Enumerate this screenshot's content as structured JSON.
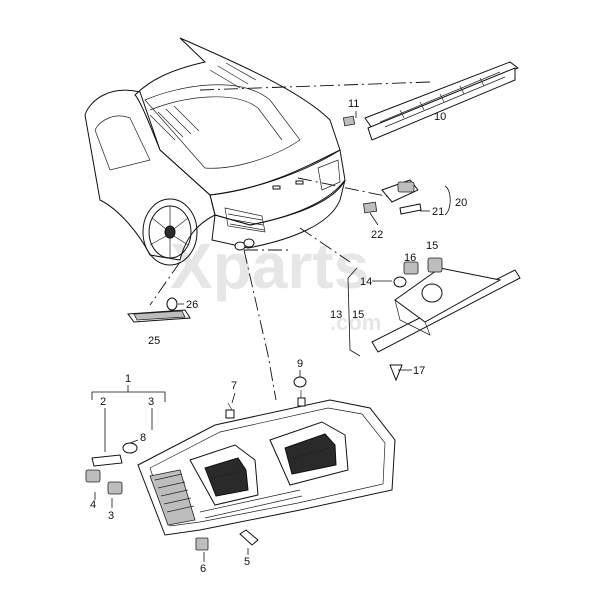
{
  "watermark": "Xparts",
  "watermark_sub": ".com",
  "callouts": {
    "c1": "1",
    "c2": "2",
    "c3": "3",
    "c4": "4",
    "c5": "5",
    "c6": "6",
    "c7": "7",
    "c8": "8",
    "c9": "9",
    "c10": "10",
    "c11": "11",
    "c13": "13",
    "c14": "14",
    "c15a": "15",
    "c15b": "15",
    "c16": "16",
    "c17": "17",
    "c20": "20",
    "c21": "21",
    "c22": "22",
    "c25": "25",
    "c26": "26"
  }
}
